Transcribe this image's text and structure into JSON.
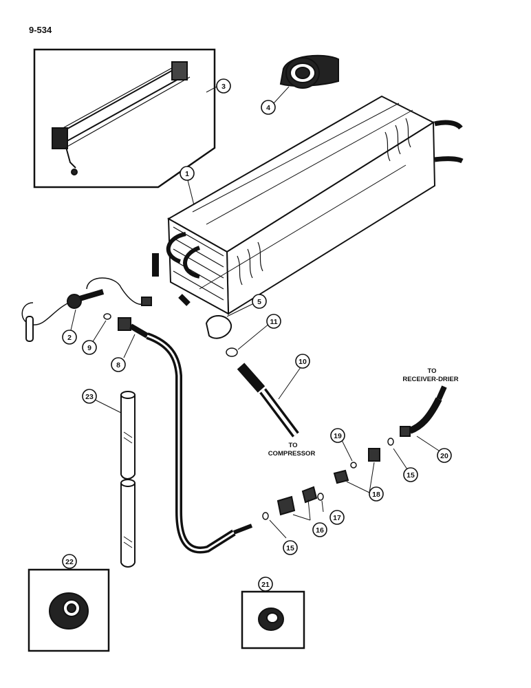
{
  "page_number": "9-534",
  "notes": {
    "to_receiver_line1": "TO",
    "to_receiver_line2": "RECEIVER-DRIER",
    "to_compressor_line1": "TO",
    "to_compressor_line2": "COMPRESSOR"
  },
  "callouts": {
    "c1": "1",
    "c2": "2",
    "c3": "3",
    "c4": "4",
    "c5": "5",
    "c8": "8",
    "c9": "9",
    "c10": "10",
    "c11": "11",
    "c15a": "15",
    "c15b": "15",
    "c16": "16",
    "c17": "17",
    "c18": "18",
    "c19": "19",
    "c20": "20",
    "c21": "21",
    "c22": "22",
    "c23": "23"
  }
}
